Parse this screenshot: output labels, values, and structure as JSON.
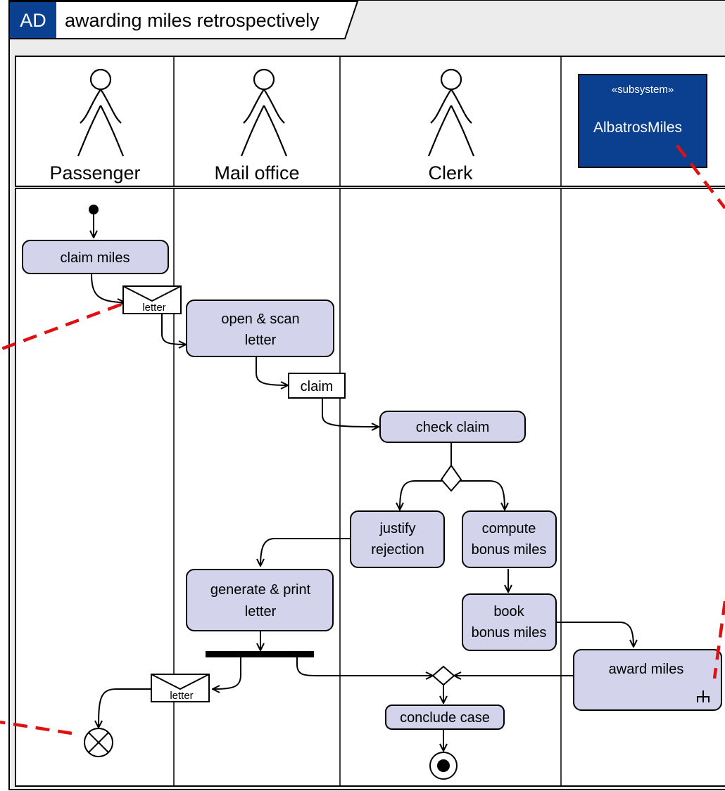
{
  "frame": {
    "tag": "AD",
    "title": "awarding miles retrospectively"
  },
  "swimlanes": {
    "passenger": "Passenger",
    "mail_office": "Mail office",
    "clerk": "Clerk"
  },
  "subsystem": {
    "stereotype": "«subsystem»",
    "name": "AlbatrosMiles"
  },
  "actions": {
    "claim_miles": "claim miles",
    "open_scan_line1": "open & scan",
    "open_scan_line2": "letter",
    "check_claim": "check claim",
    "justify_line1": "justify",
    "justify_line2": "rejection",
    "compute_line1": "compute",
    "compute_line2": "bonus miles",
    "book_line1": "book",
    "book_line2": "bonus miles",
    "generate_line1": "generate & print",
    "generate_line2": "letter",
    "award_miles": "award miles",
    "conclude_case": "conclude case"
  },
  "objects": {
    "letter_in": "letter",
    "claim": "claim",
    "letter_out": "letter"
  },
  "colors": {
    "action_fill": "#d3d3eb",
    "subsystem_fill": "#0b3f8f",
    "tag_fill": "#0b3f8f",
    "header_fill": "#ececec",
    "highlight_dash": "#e01010"
  }
}
